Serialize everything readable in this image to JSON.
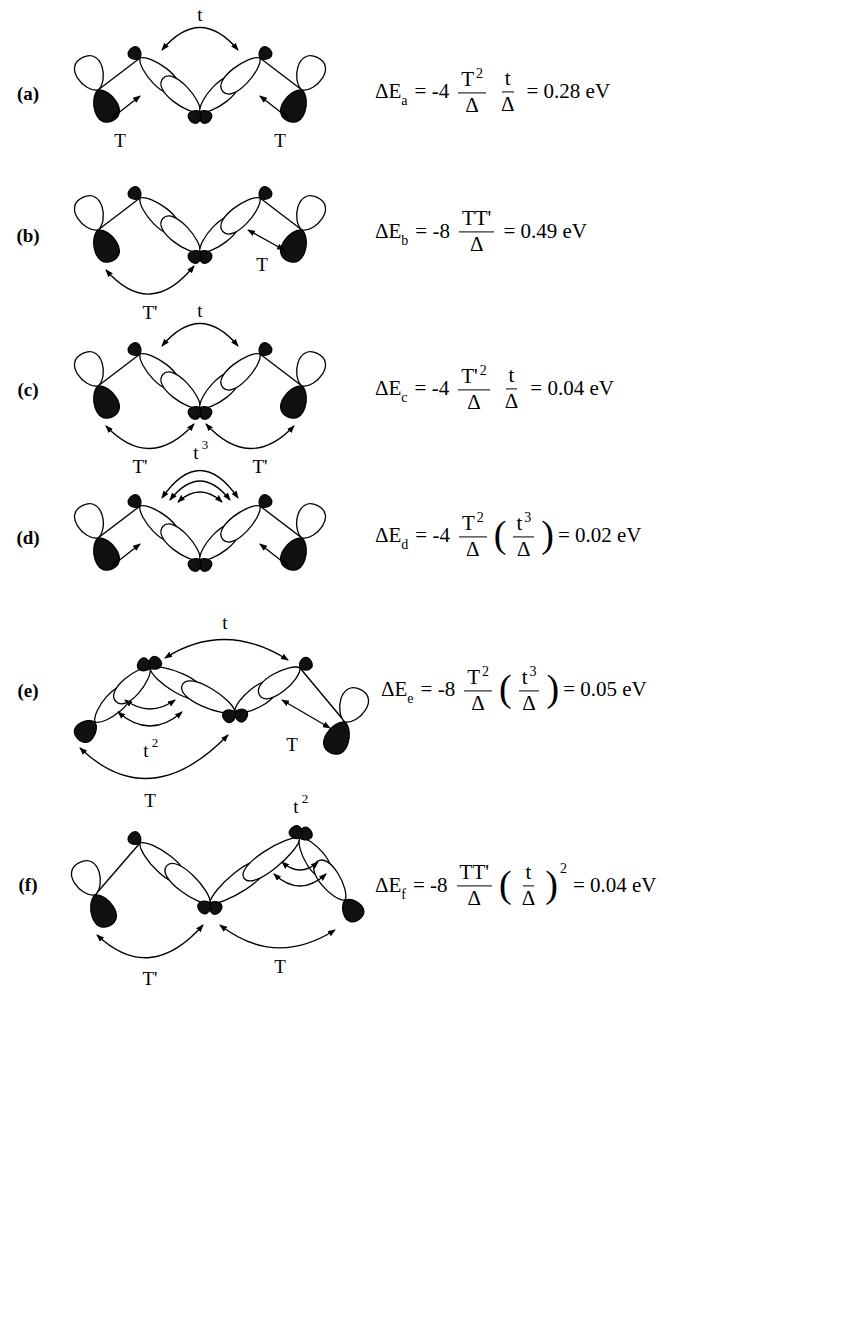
{
  "diagram": {
    "labels": [
      "(a)",
      "t",
      "T",
      "T",
      "ΔE",
      "a",
      "= -4",
      "T",
      "2",
      "Δ",
      "t",
      "Δ",
      "= 0.28 eV",
      "(b)",
      "T",
      "T'",
      "ΔE",
      "b",
      "= -8",
      "TT'",
      "Δ",
      "= 0.49 eV",
      "(c)",
      "t",
      "T'",
      "T'",
      "ΔE",
      "c",
      "= -4",
      "T'",
      "2",
      "Δ",
      "t",
      "Δ",
      "= 0.04 eV",
      "(d)",
      "t",
      "3",
      "ΔE",
      "d",
      "= -4",
      "T",
      "2",
      "Δ",
      "(",
      "t",
      "3",
      "Δ",
      ")",
      "= 0.02 eV",
      "(e)",
      "t",
      "t",
      "2",
      "T",
      "T",
      "ΔE",
      "e",
      "= -8",
      "T",
      "2",
      "Δ",
      "(",
      "t",
      "3",
      "Δ",
      ")",
      "= 0.05 eV",
      "(f)",
      "t",
      "2",
      "T'",
      "T",
      "ΔE",
      "f",
      "= -8",
      "TT'",
      "Δ",
      "(",
      "t",
      "Δ",
      ")",
      "2",
      "= 0.04 eV"
    ]
  }
}
